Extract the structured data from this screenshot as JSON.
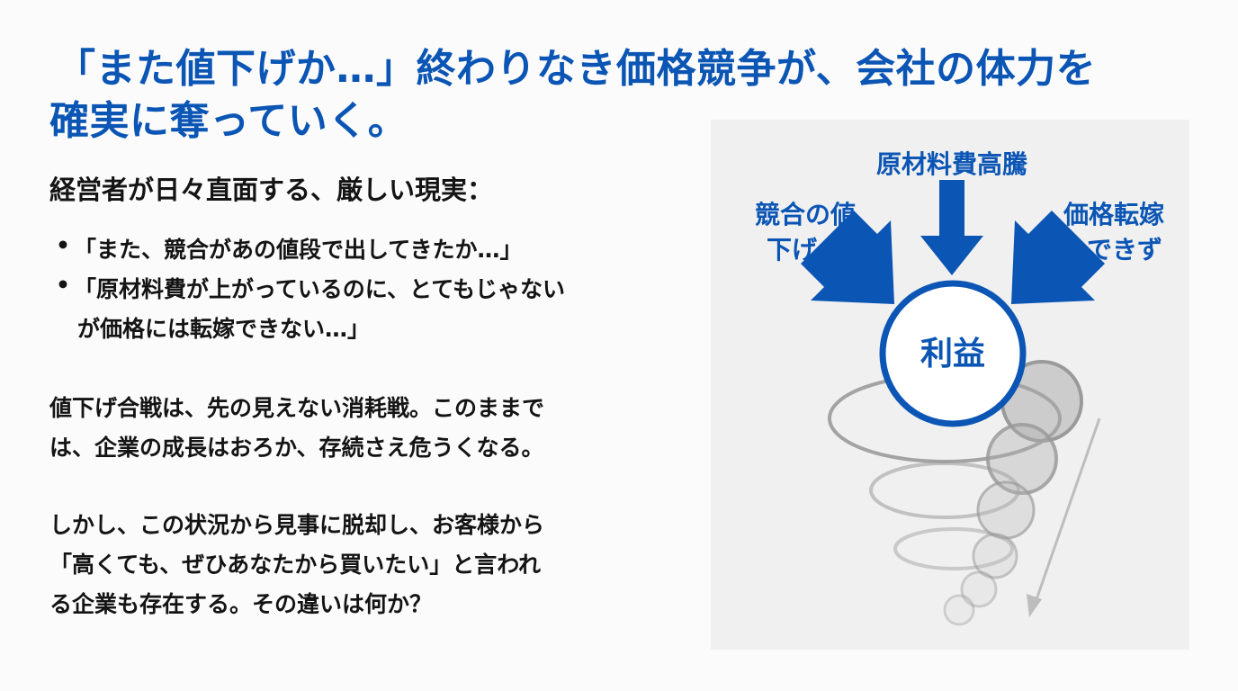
{
  "title": {
    "lines": [
      "「また値下げか…」終わりなき価格競争が、会社の体力を",
      "確実に奪っていく。"
    ]
  },
  "subheading": "経営者が日々直面する、厳しい現実：",
  "bullets": [
    {
      "lines": [
        "「また、競合があの値段で出してきたか…」"
      ]
    },
    {
      "lines": [
        "「原材料費が上がっているのに、とてもじゃない",
        "が価格には転嫁できない…」"
      ]
    }
  ],
  "bullet_symbol": "•",
  "paragraphs": [
    {
      "lines": [
        "値下げ合戦は、先の見えない消耗戦。このままで",
        "は、企業の成長はおろか、存続さえ危うくなる。"
      ]
    },
    {
      "lines": [
        "しかし、この状況から見事に脱却し、お客様から",
        "「高くても、ぜひあなたから買いたい」と言われ",
        "る企業も存在する。その違いは何か？"
      ]
    }
  ],
  "diagram": {
    "center_label": "利益",
    "top_label": "原材料費高騰",
    "left_label": [
      "競合の値",
      "下げ"
    ],
    "right_label": [
      "価格転嫁",
      "できず"
    ],
    "colors": {
      "accent": "#0b55b5",
      "panel": "#f0f0f0",
      "spiral": "#9a9a9a"
    }
  }
}
